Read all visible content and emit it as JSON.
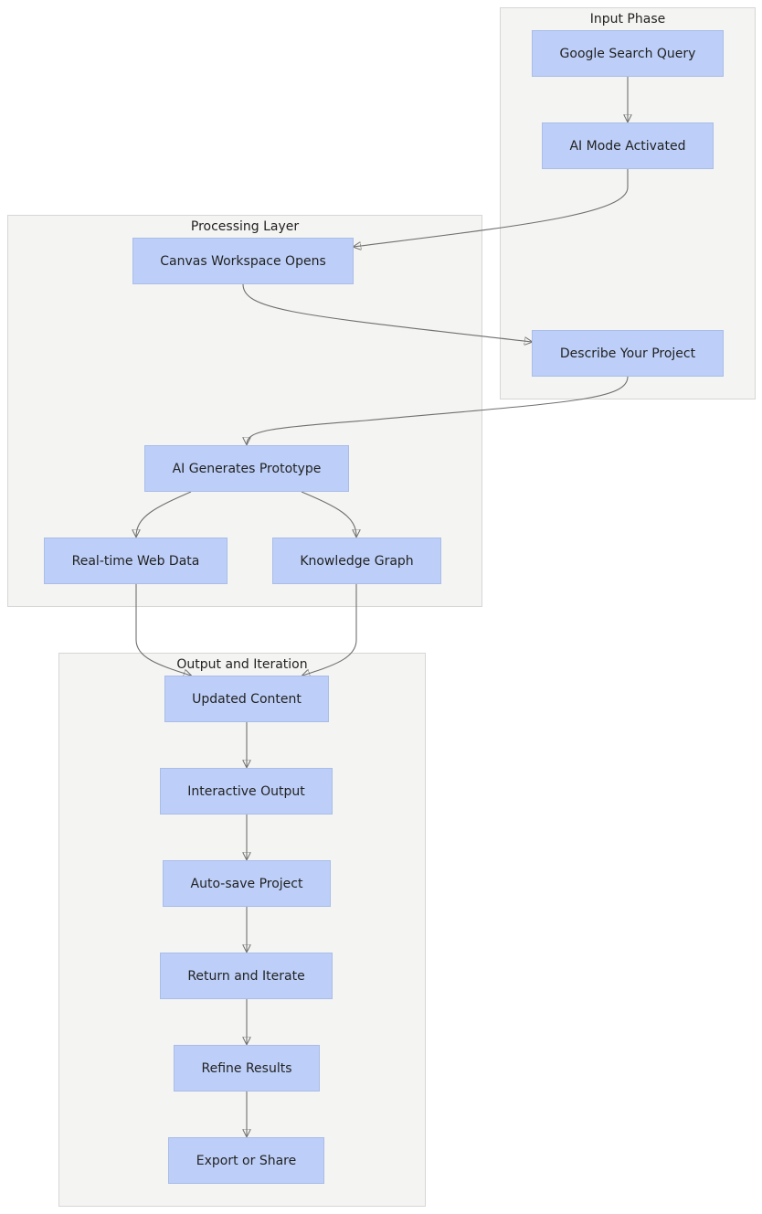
{
  "clusters": {
    "input": {
      "title": "Input Phase"
    },
    "processing": {
      "title": "Processing Layer"
    },
    "output": {
      "title": "Output and Iteration"
    }
  },
  "nodes": {
    "google_search_query": "Google Search Query",
    "ai_mode_activated": "AI Mode Activated",
    "canvas_workspace_opens": "Canvas Workspace Opens",
    "describe_your_project": "Describe Your Project",
    "ai_generates_prototype": "AI Generates Prototype",
    "realtime_web_data": "Real-time Web Data",
    "knowledge_graph": "Knowledge Graph",
    "updated_content": "Updated Content",
    "interactive_output": "Interactive Output",
    "autosave_project": "Auto-save Project",
    "return_and_iterate": "Return and Iterate",
    "refine_results": "Refine Results",
    "export_or_share": "Export or Share"
  },
  "edges": [
    {
      "from": "google_search_query",
      "to": "ai_mode_activated"
    },
    {
      "from": "ai_mode_activated",
      "to": "canvas_workspace_opens"
    },
    {
      "from": "canvas_workspace_opens",
      "to": "describe_your_project"
    },
    {
      "from": "describe_your_project",
      "to": "ai_generates_prototype"
    },
    {
      "from": "ai_generates_prototype",
      "to": "realtime_web_data"
    },
    {
      "from": "ai_generates_prototype",
      "to": "knowledge_graph"
    },
    {
      "from": "realtime_web_data",
      "to": "updated_content"
    },
    {
      "from": "knowledge_graph",
      "to": "updated_content"
    },
    {
      "from": "updated_content",
      "to": "interactive_output"
    },
    {
      "from": "interactive_output",
      "to": "autosave_project"
    },
    {
      "from": "autosave_project",
      "to": "return_and_iterate"
    },
    {
      "from": "return_and_iterate",
      "to": "refine_results"
    },
    {
      "from": "refine_results",
      "to": "export_or_share"
    }
  ]
}
